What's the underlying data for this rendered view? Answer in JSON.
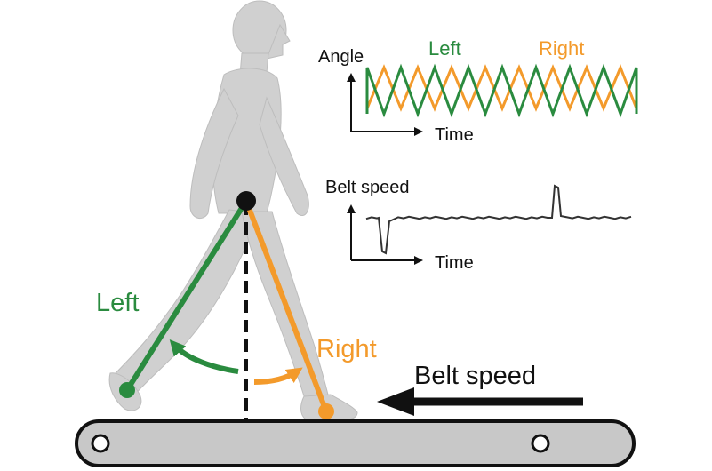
{
  "labels": {
    "left_leg": "Left",
    "right_leg": "Right",
    "belt_speed_arrow": "Belt speed"
  },
  "angle_plot": {
    "ylabel": "Angle",
    "xlabel": "Time",
    "legend_left": "Left",
    "legend_right": "Right"
  },
  "belt_plot": {
    "ylabel": "Belt speed",
    "xlabel": "Time"
  },
  "colors": {
    "left": "#2a8b3f",
    "right": "#f39a2b",
    "body": "#d0d0d0",
    "ink": "#111111",
    "belt": "#c8c8c8"
  }
}
